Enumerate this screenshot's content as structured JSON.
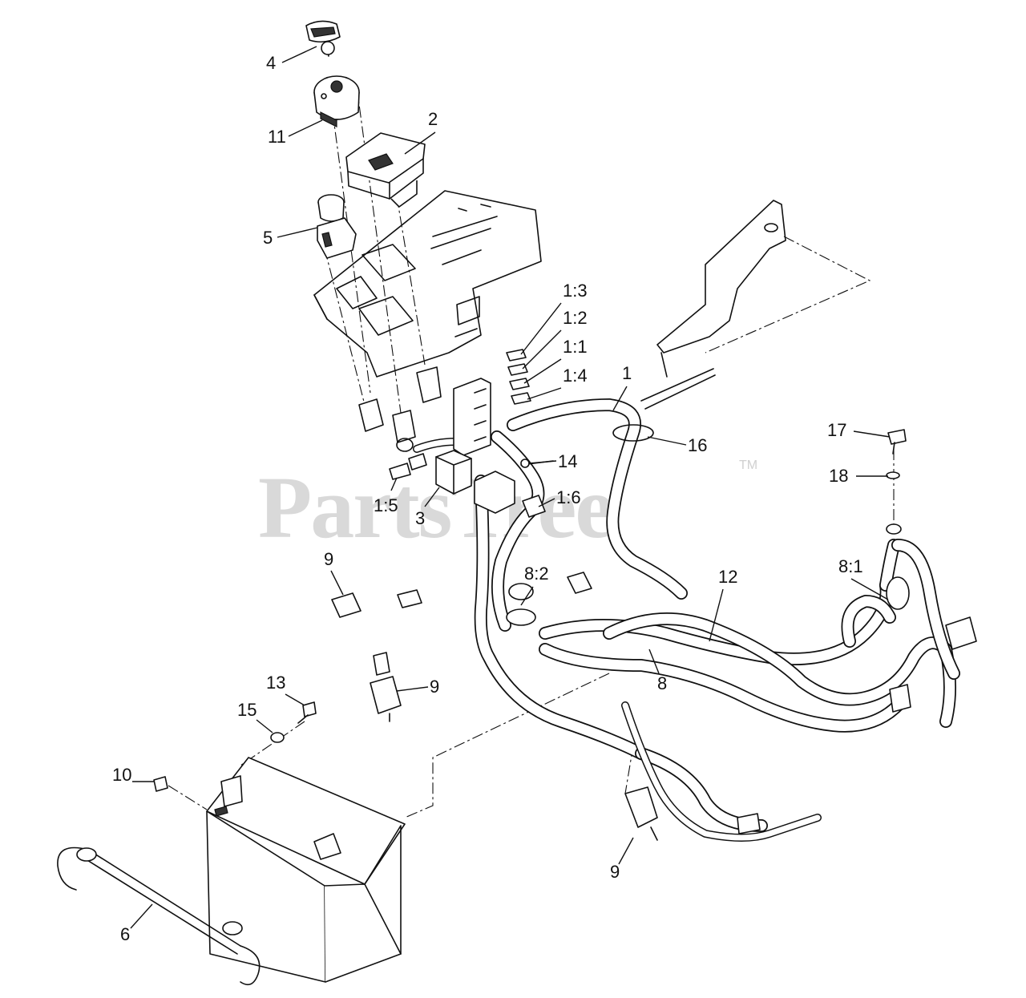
{
  "watermark": {
    "text": "PartsTree",
    "trademark": "TM"
  },
  "callouts": [
    {
      "id": "4",
      "label": "4"
    },
    {
      "id": "11",
      "label": "11"
    },
    {
      "id": "2",
      "label": "2"
    },
    {
      "id": "5",
      "label": "5"
    },
    {
      "id": "1-3",
      "label": "1:3"
    },
    {
      "id": "1-2",
      "label": "1:2"
    },
    {
      "id": "1-1",
      "label": "1:1"
    },
    {
      "id": "1-4",
      "label": "1:4"
    },
    {
      "id": "1",
      "label": "1"
    },
    {
      "id": "16",
      "label": "16"
    },
    {
      "id": "14",
      "label": "14"
    },
    {
      "id": "1-5",
      "label": "1:5"
    },
    {
      "id": "3",
      "label": "3"
    },
    {
      "id": "1-6",
      "label": "1:6"
    },
    {
      "id": "17",
      "label": "17"
    },
    {
      "id": "18",
      "label": "18"
    },
    {
      "id": "9-a",
      "label": "9"
    },
    {
      "id": "8-2",
      "label": "8:2"
    },
    {
      "id": "12",
      "label": "12"
    },
    {
      "id": "8-1",
      "label": "8:1"
    },
    {
      "id": "9-b",
      "label": "9"
    },
    {
      "id": "8",
      "label": "8"
    },
    {
      "id": "13",
      "label": "13"
    },
    {
      "id": "15",
      "label": "15"
    },
    {
      "id": "10",
      "label": "10"
    },
    {
      "id": "6",
      "label": "6"
    },
    {
      "id": "9-c",
      "label": "9"
    }
  ]
}
